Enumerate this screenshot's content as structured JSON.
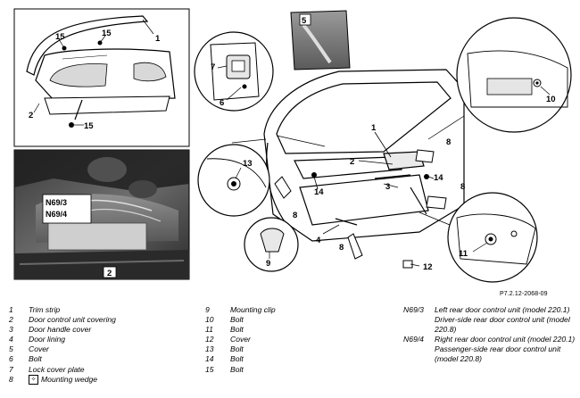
{
  "callouts": {
    "n1": "1",
    "n2": "2",
    "n3": "3",
    "n4": "4",
    "n5": "5",
    "n6": "6",
    "n7": "7",
    "n8": "8",
    "n9": "9",
    "n10": "10",
    "n11": "11",
    "n12": "12",
    "n13": "13",
    "n14": "14",
    "n15": "15",
    "n69_3": "N69/3",
    "n69_4": "N69/4"
  },
  "reference_code": "P7.2.12-2068-09",
  "legend": {
    "col1": [
      {
        "num": "1",
        "text": "Trim strip"
      },
      {
        "num": "2",
        "text": "Door control unit covering"
      },
      {
        "num": "3",
        "text": "Door handle cover"
      },
      {
        "num": "4",
        "text": "Door lining"
      },
      {
        "num": "5",
        "text": "Cover"
      },
      {
        "num": "6",
        "text": "Bolt"
      },
      {
        "num": "7",
        "text": "Lock cover plate"
      },
      {
        "num": "8",
        "text": "Mounting wedge"
      }
    ],
    "col2": [
      {
        "num": "9",
        "text": "Mounting clip"
      },
      {
        "num": "10",
        "text": "Bolt"
      },
      {
        "num": "11",
        "text": "Bolt"
      },
      {
        "num": "12",
        "text": "Cover"
      },
      {
        "num": "13",
        "text": "Bolt"
      },
      {
        "num": "14",
        "text": "Bolt"
      },
      {
        "num": "15",
        "text": "Bolt"
      }
    ],
    "col3": [
      {
        "num": "N69/3",
        "text": "Left rear door control unit (model 220.1)"
      },
      {
        "num": "",
        "text": "Driver-side rear door control unit (model 220.8)"
      },
      {
        "num": "N69/4",
        "text": "Right rear door control unit (model 220.1)"
      },
      {
        "num": "",
        "text": "Passenger-side rear door control unit (model 220.8)"
      }
    ]
  },
  "wedge_symbol": "✧",
  "colors": {
    "line": "#000000",
    "photo_dark": "#2a2a2a",
    "photo_mid": "#8a8a8a",
    "frame": "#000000"
  }
}
